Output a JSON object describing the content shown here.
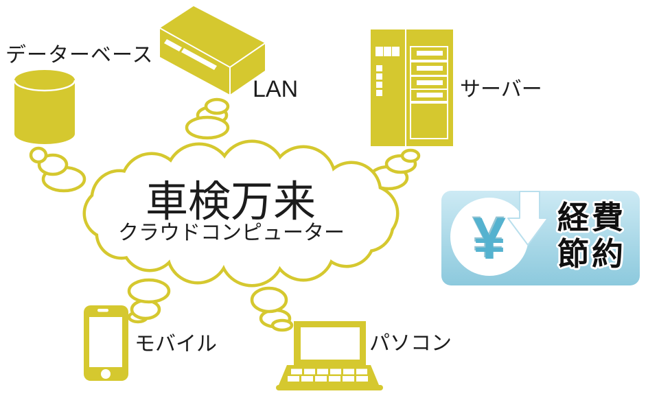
{
  "diagram": {
    "cloud": {
      "title": "車検万来",
      "subtitle": "クラウドコンピューター"
    },
    "labels": {
      "database": "データーベース",
      "lan": "LAN",
      "server": "サーバー",
      "mobile": "モバイル",
      "pc": "パソコン"
    },
    "badge": {
      "text_line1": "経費",
      "text_line2": "節約",
      "currency_symbol": "¥",
      "arrow_icon": "down-arrow"
    },
    "colors": {
      "accent_yellow": "#d5c82f",
      "badge_gradient_top": "#cdeaf4",
      "badge_gradient_bottom": "#8cc9dd",
      "yen_blue": "#55b2cf",
      "text_black": "#1c1c1c"
    }
  }
}
